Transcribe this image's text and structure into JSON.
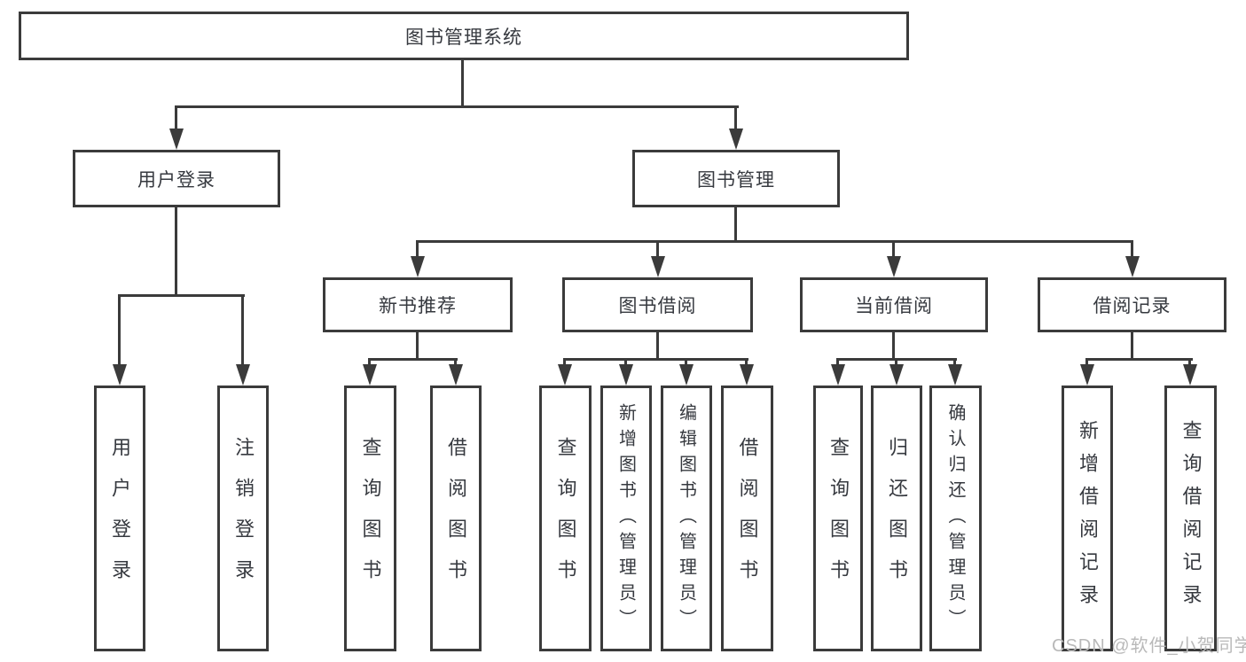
{
  "diagram": {
    "root": {
      "label": "图书管理系统"
    },
    "level2": [
      {
        "label": "用户登录"
      },
      {
        "label": "图书管理"
      }
    ],
    "level3": [
      {
        "label": "新书推荐"
      },
      {
        "label": "图书借阅"
      },
      {
        "label": "当前借阅"
      },
      {
        "label": "借阅记录"
      }
    ],
    "leaves": {
      "user_login": [
        "用户登录",
        "注销登录"
      ],
      "new_books": [
        "查询图书",
        "借阅图书"
      ],
      "book_borrow": [
        "查询图书",
        "新增图书（管理员）",
        "编辑图书（管理员）",
        "借阅图书"
      ],
      "current_borrow": [
        "查询图书",
        "归还图书",
        "确认归还（管理员）"
      ],
      "borrow_records": [
        "新增借阅记录",
        "查询借阅记录"
      ]
    },
    "colors": {
      "line": "#3b3b3b",
      "text": "#36393f",
      "background": "#ffffff",
      "watermark_color": "#b9b9b9"
    },
    "watermark": "CSDN @软件_小贺同学"
  }
}
